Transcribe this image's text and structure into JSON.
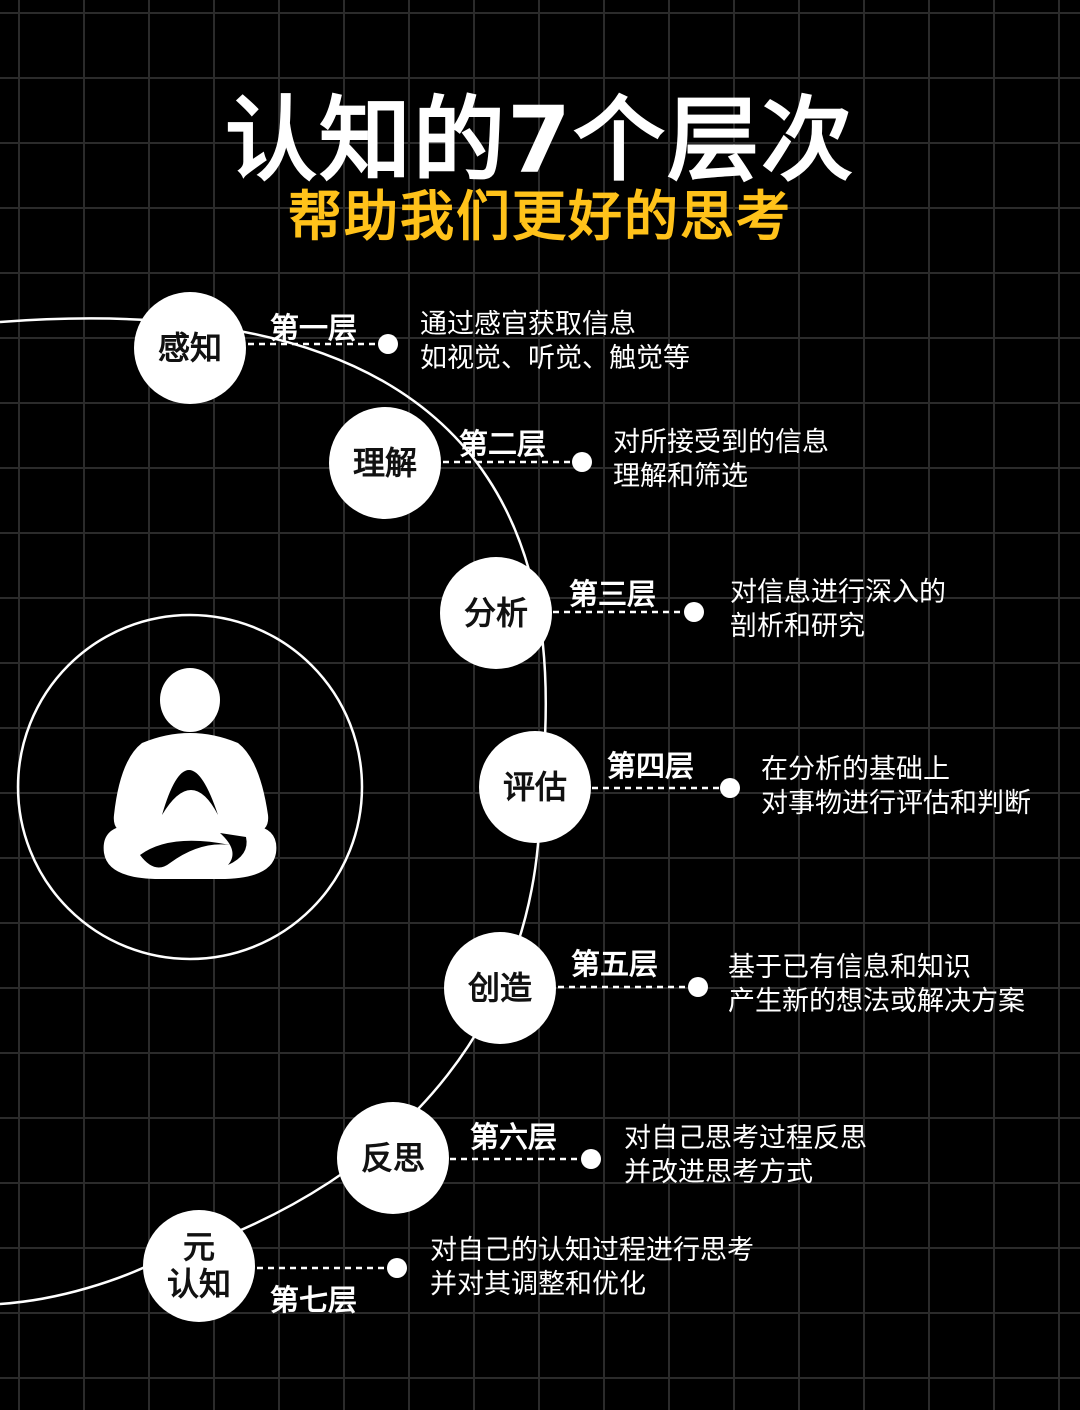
{
  "header": {
    "title": "认知的7个层次",
    "subtitle": "帮助我们更好的思考"
  },
  "icons": {
    "center": "meditation-figure-icon"
  },
  "colors": {
    "background": "#000000",
    "accent": "#ffc21a",
    "node": "#ffffff"
  },
  "layers": [
    {
      "node": "感知",
      "label": "第一层",
      "desc": [
        "通过感官获取信息",
        "如视觉、听觉、触觉等"
      ]
    },
    {
      "node": "理解",
      "label": "第二层",
      "desc": [
        "对所接受到的信息",
        "理解和筛选"
      ]
    },
    {
      "node": "分析",
      "label": "第三层",
      "desc": [
        "对信息进行深入的",
        "剖析和研究"
      ]
    },
    {
      "node": "评估",
      "label": "第四层",
      "desc": [
        "在分析的基础上",
        "对事物进行评估和判断"
      ]
    },
    {
      "node": "创造",
      "label": "第五层",
      "desc": [
        "基于已有信息和知识",
        "产生新的想法或解决方案"
      ]
    },
    {
      "node": "反思",
      "label": "第六层",
      "desc": [
        "对自己思考过程反思",
        "并改进思考方式"
      ]
    },
    {
      "node": "元\n认知",
      "label": "第七层",
      "desc": [
        "对自己的认知过程进行思考",
        "并对其调整和优化"
      ]
    }
  ]
}
